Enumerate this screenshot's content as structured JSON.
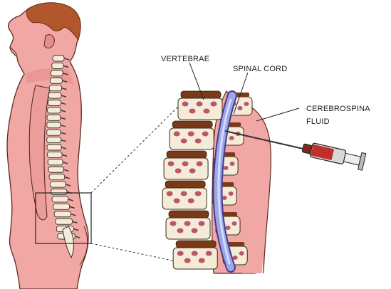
{
  "labels": {
    "vertebrae": "VERTEBRAE",
    "spinal_cord": "SPINAL CORD",
    "csf_line1": "CEREBROSPINA",
    "csf_line2": "FLUID"
  },
  "colors": {
    "skin": "#f1a8a4",
    "skin_outline": "#5a2a22",
    "hair": "#b2562c",
    "bone": "#f5ecd8",
    "disc": "#7a3a18",
    "marrow": "#b03a5c",
    "cord": "#9aa7e8",
    "syringe_red": "#c0302a"
  }
}
